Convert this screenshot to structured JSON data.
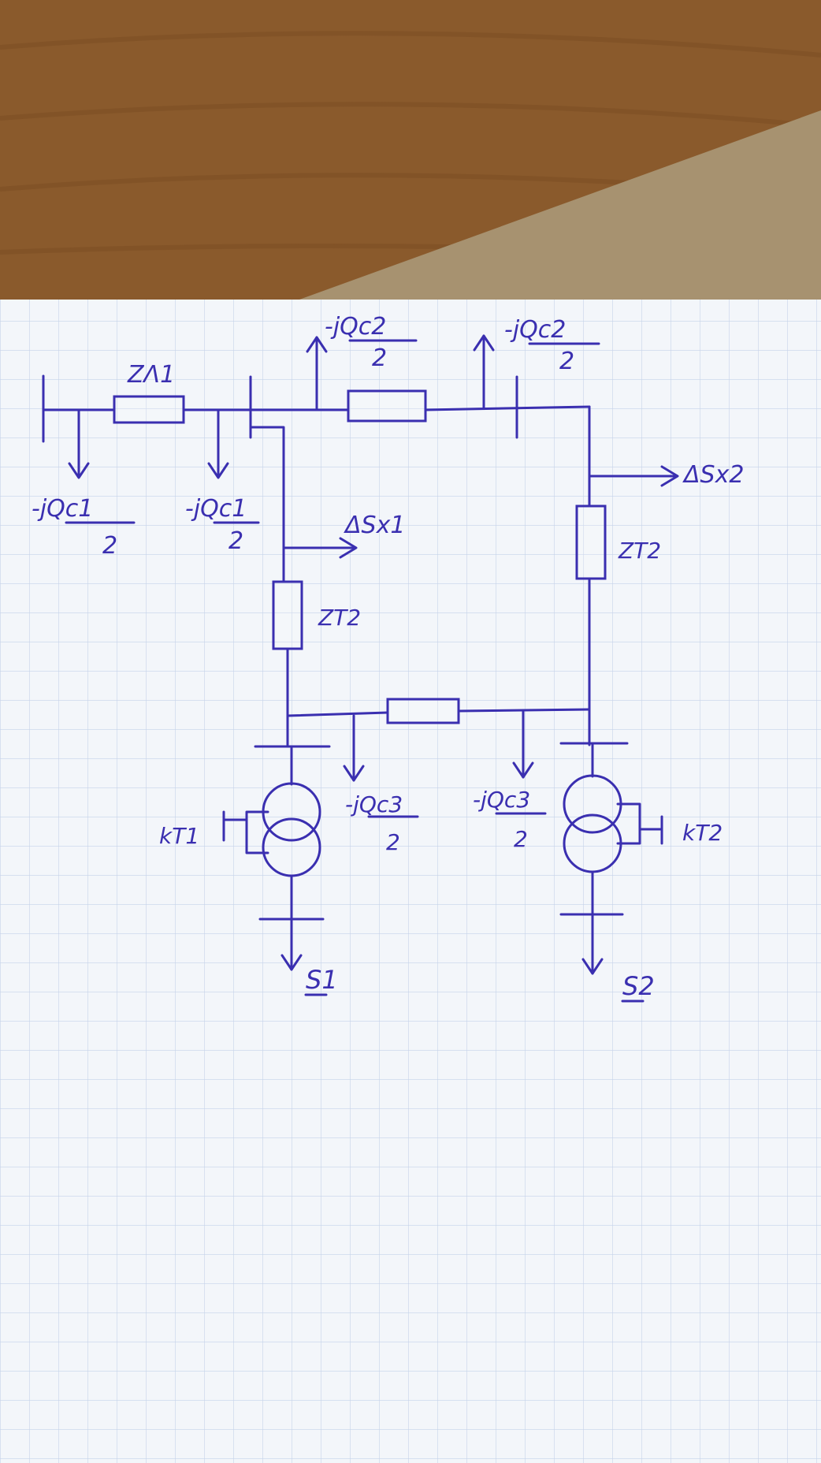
{
  "diagram": {
    "labels": {
      "z_l1": "ZΛ1",
      "qc1_left": "-jQc1",
      "qc1_left_den": "2",
      "qc1_mid": "-jQc1",
      "qc1_mid_den": "2",
      "qc2_left": "-jQc2",
      "qc2_left_den": "2",
      "qc2_right": "-jQc2",
      "qc2_right_den": "2",
      "dsx1": "ΔSx1",
      "dsx2": "ΔSx2",
      "zt2_left": "ZT2",
      "zt2_right": "ZT2",
      "qc3_left": "-jQc3",
      "qc3_left_den": "2",
      "qc3_right": "-jQc3",
      "qc3_right_den": "2",
      "kt1": "kT1",
      "kt2": "kT2",
      "s1": "S1",
      "s2": "S2"
    },
    "colors": {
      "ink": "#3a2fb0",
      "paper": "#f3f6fa",
      "grid": "#c6d3ea",
      "table": "#8a5a2c"
    }
  }
}
